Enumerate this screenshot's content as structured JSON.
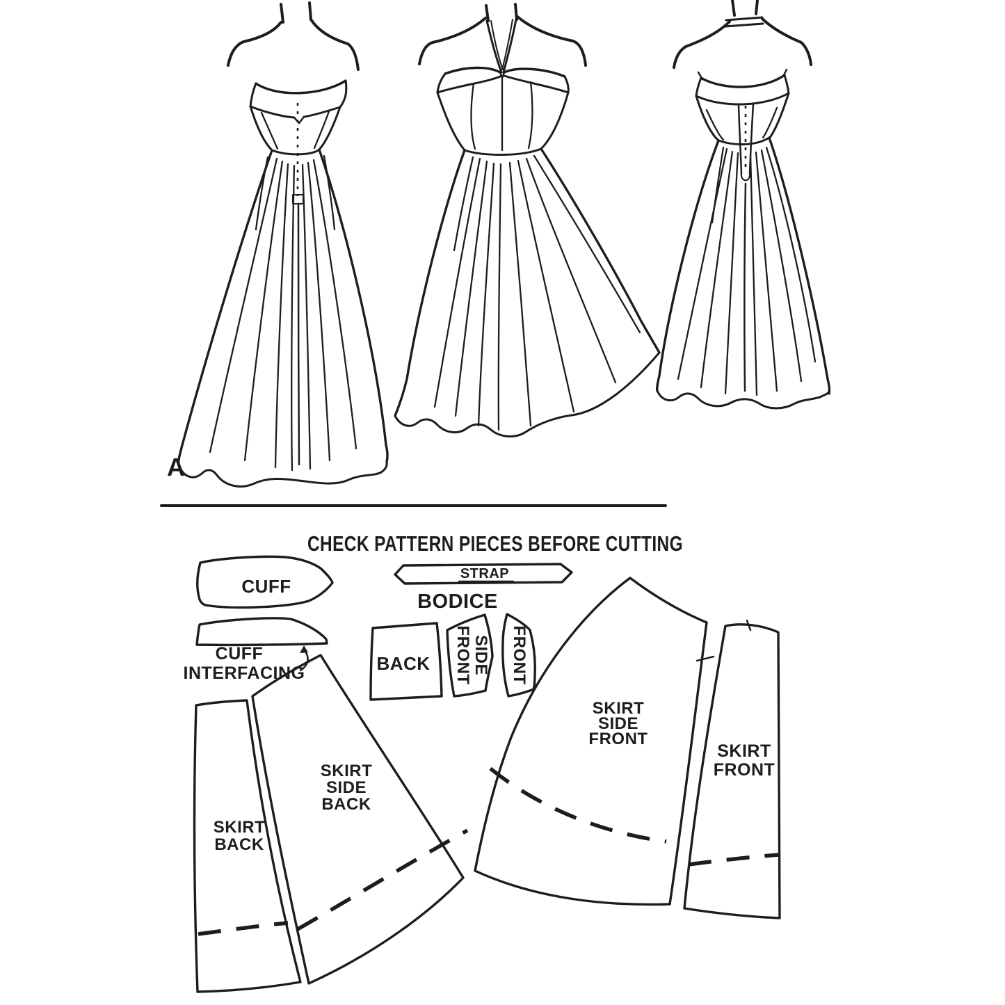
{
  "sheet": {
    "heading": "CHECK PATTERN PIECES BEFORE CUTTING",
    "view_letter": "A"
  },
  "labels": {
    "cuff": "CUFF",
    "strap": "STRAP",
    "bodice_group": "BODICE",
    "cuff_interfacing_line1": "CUFF",
    "cuff_interfacing_line2": "INTERFACING",
    "bodice_back": "BACK",
    "bodice_side_front_line1": "SIDE",
    "bodice_side_front_line2": "FRONT",
    "bodice_front": "FRONT",
    "skirt_side_front_line1": "SKIRT",
    "skirt_side_front_line2": "SIDE",
    "skirt_side_front_line3": "FRONT",
    "skirt_front_line1": "SKIRT",
    "skirt_front_line2": "FRONT",
    "skirt_back_line1": "SKIRT",
    "skirt_back_line2": "BACK",
    "skirt_side_back_line1": "SKIRT",
    "skirt_side_back_line2": "SIDE",
    "skirt_side_back_line3": "BACK"
  },
  "colors": {
    "ink": "#1d1d1d",
    "paper": "#ffffff"
  }
}
